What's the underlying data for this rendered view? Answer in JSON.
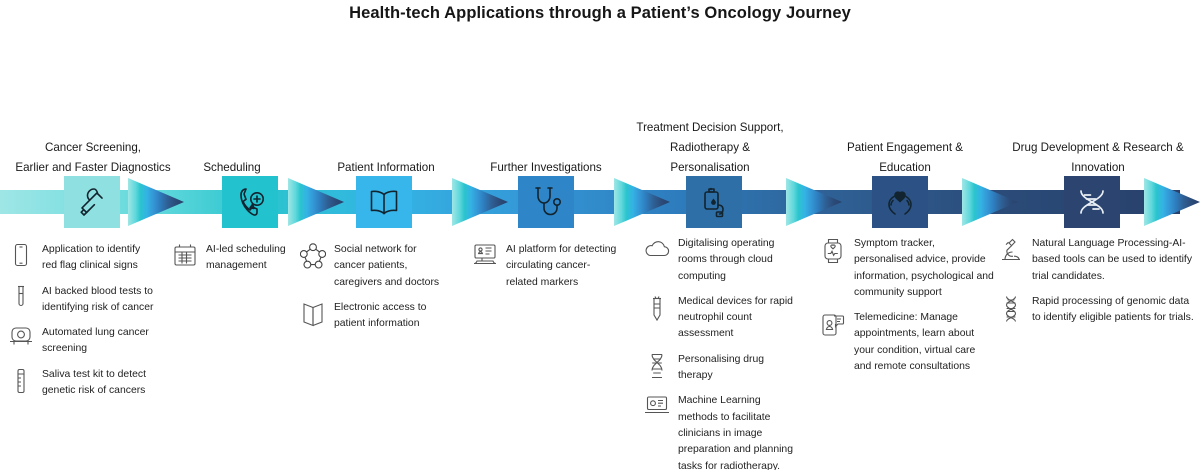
{
  "title": "Health-tech Applications through a Patient’s Oncology Journey",
  "colors": {
    "band_start": "#9FE6E6",
    "band_mid_light": "#2BC4CE",
    "band_mid": "#34AEE0",
    "band_blue": "#2E86C8",
    "band_dark": "#2E5F93",
    "band_end": "#28406B",
    "box_1": "#8FE0E0",
    "box_2": "#22C3CE",
    "box_3": "#36B6EA",
    "box_4": "#2E86C8",
    "box_5": "#2F6FA8",
    "box_6": "#2C5285",
    "box_7": "#2B4470",
    "text": "#1f1f1f",
    "icon_stroke": "#1b2b3a"
  },
  "stages": [
    {
      "header": "Cancer Screening,\nEarlier and Faster Diagnostics",
      "icon": "dropper-icon",
      "items": [
        {
          "icon": "smartphone-icon",
          "text": "Application to identify red flag clinical signs"
        },
        {
          "icon": "test-tube-icon",
          "text": "AI backed  blood tests to identifying risk of cancer"
        },
        {
          "icon": "ct-scanner-icon",
          "text": "Automated lung cancer screening"
        },
        {
          "icon": "saliva-kit-icon",
          "text": "Saliva test kit to detect genetic risk of cancers"
        }
      ]
    },
    {
      "header": "Scheduling",
      "icon": "phone-medical-icon",
      "items": [
        {
          "icon": "calendar-icon",
          "text": "AI-led scheduling management"
        }
      ]
    },
    {
      "header": "Patient Information",
      "icon": "open-book-icon",
      "items": [
        {
          "icon": "network-people-icon",
          "text": "Social network for cancer patients, caregivers and doctors"
        },
        {
          "icon": "book-icon",
          "text": "Electronic access to patient information"
        }
      ]
    },
    {
      "header": "Further Investigations",
      "icon": "stethoscope-icon",
      "items": [
        {
          "icon": "desktop-report-icon",
          "text": "AI platform for detecting circulating cancer-related markers"
        }
      ]
    },
    {
      "header": "Treatment Decision Support,\nRadiotherapy &\nPersonalisation",
      "icon": "iv-drip-icon",
      "items": [
        {
          "icon": "cloud-icon",
          "text": "Digitalising operating rooms through cloud computing"
        },
        {
          "icon": "syringe-icon",
          "text": "Medical devices for rapid neutrophil count assessment"
        },
        {
          "icon": "dna-icon",
          "text": "Personalising drug therapy"
        },
        {
          "icon": "laptop-icon",
          "text": "Machine Learning methods to facilitate clinicians in image preparation and planning tasks for radiotherapy."
        }
      ]
    },
    {
      "header": "Patient Engagement &\nEducation",
      "icon": "heart-hands-icon",
      "items": [
        {
          "icon": "smartwatch-icon",
          "text": "Symptom tracker, personalised advice, provide information, psychological and community support"
        },
        {
          "icon": "telemed-icon",
          "text": "Telemedicine: Manage appointments, learn about your condition, virtual care and remote consultations"
        }
      ]
    },
    {
      "header": "Drug Development & Research &\nInnovation",
      "icon": "dna-helix-icon",
      "items": [
        {
          "icon": "microscope-icon",
          "text": "Natural Language Processing-AI-based tools can be used to identify trial candidates."
        },
        {
          "icon": "dna-strand-icon",
          "text": "Rapid processing of genomic data to identify eligible patients for trials."
        }
      ]
    }
  ]
}
